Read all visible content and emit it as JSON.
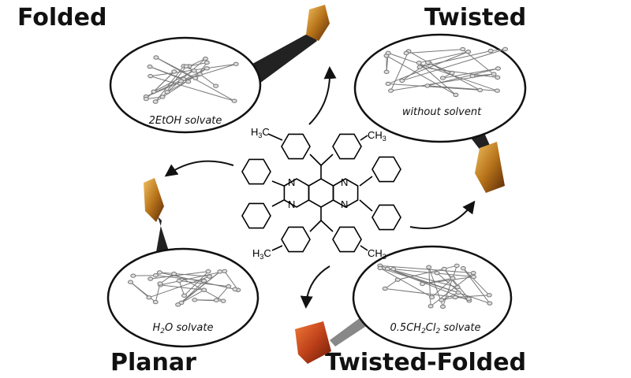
{
  "states": [
    {
      "title": "Folded",
      "caption": "2EtOH solvate"
    },
    {
      "title": "Twisted",
      "caption": "without solvent"
    },
    {
      "title": "Planar",
      "caption_main": "H",
      "caption_sub": "2",
      "caption_rest": "O solvate"
    },
    {
      "title": "Twisted-Folded",
      "caption_main": "0.5CH",
      "caption_sub": "2",
      "caption_mid": "Cl",
      "caption_sub2": "2",
      "caption_rest": " solvate"
    }
  ],
  "molecule": {
    "n": "N",
    "methyl_left": "H",
    "methyl_left_sub": "3",
    "methyl_left_c": "C",
    "methyl_right_c": "CH",
    "methyl_right_sub": "3"
  },
  "colors": {
    "crystal_amber": "#b8741a",
    "crystal_red": "#c0421a",
    "ink": "#111111"
  }
}
